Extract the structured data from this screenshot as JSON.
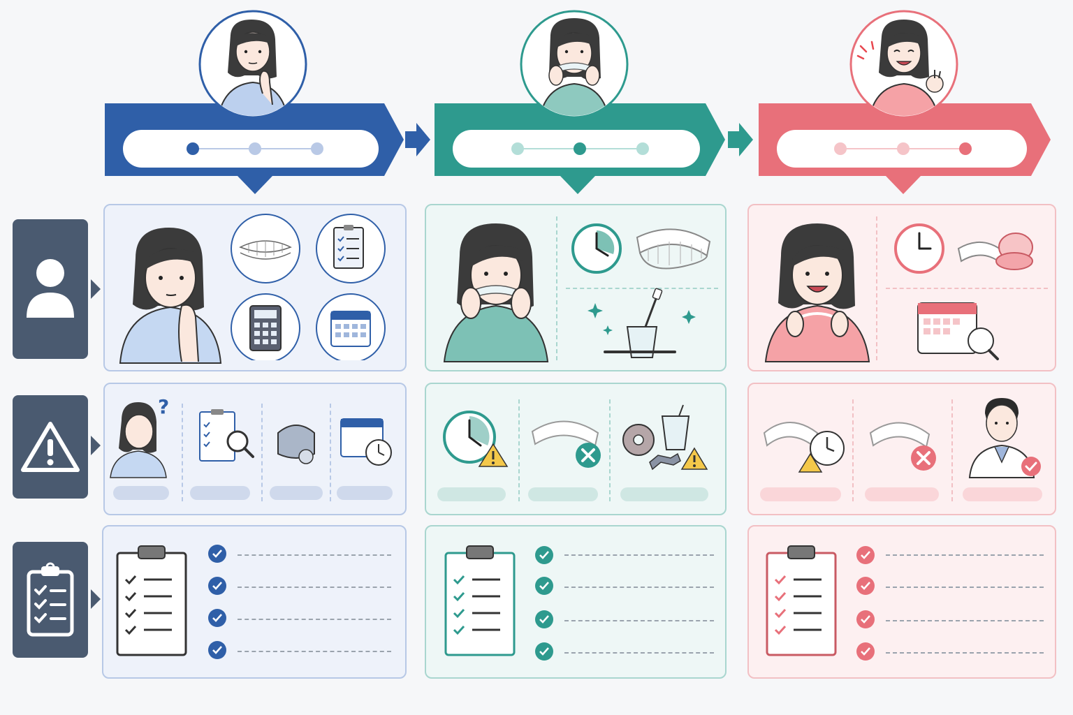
{
  "stages": [
    {
      "name": "stage-consideration",
      "color": "#2f5fa8",
      "light": "#eef2fa",
      "border": "#9fb6dc",
      "dot_active": 0,
      "dot_inactive": "#b9c9e6",
      "pill": "#cfd9ec"
    },
    {
      "name": "stage-treatment",
      "color": "#2e9a8e",
      "light": "#eef7f6",
      "border": "#9fcfc8",
      "dot_active": 1,
      "dot_inactive": "#b3ded8",
      "pill": "#cfe7e3"
    },
    {
      "name": "stage-retention",
      "color": "#e8707a",
      "light": "#fdf0f1",
      "border": "#f2b6bb",
      "dot_active": 2,
      "dot_inactive": "#f5c4c8",
      "pill": "#fad6d9"
    }
  ],
  "icons": {
    "row1": "user-icon",
    "row2": "warning-icon",
    "row3": "clipboard-checklist-icon"
  },
  "checklist_items_per_stage": 4
}
